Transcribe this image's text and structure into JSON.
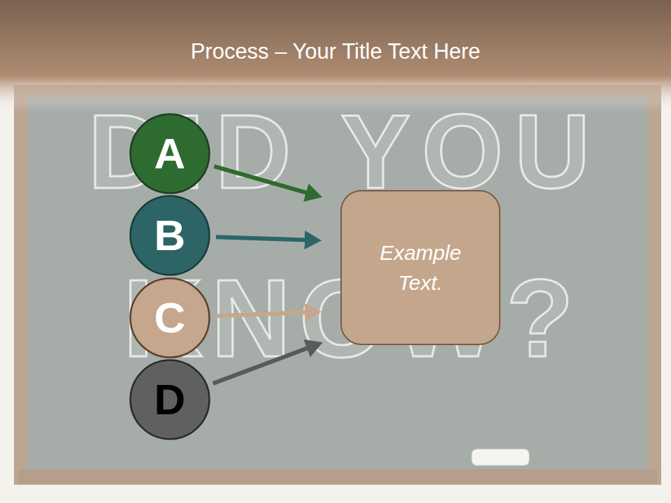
{
  "diagram": {
    "title": "Process – Your Title Text Here",
    "nodes": [
      {
        "text": [
          "A"
        ]
      },
      {
        "text": [
          "B"
        ]
      },
      {
        "text": [
          "C"
        ]
      },
      {
        "text": [
          "D"
        ]
      },
      {
        "text": [
          "Example Text."
        ]
      }
    ],
    "edges": [
      {
        "from": 0,
        "to": 4,
        "arrow": "to"
      },
      {
        "from": 1,
        "to": 4,
        "arrow": "to"
      },
      {
        "from": 2,
        "to": 4,
        "arrow": "to"
      },
      {
        "from": 3,
        "to": 4,
        "arrow": "to"
      }
    ],
    "labels": [
      "DID YOU",
      "KNOW?"
    ]
  }
}
